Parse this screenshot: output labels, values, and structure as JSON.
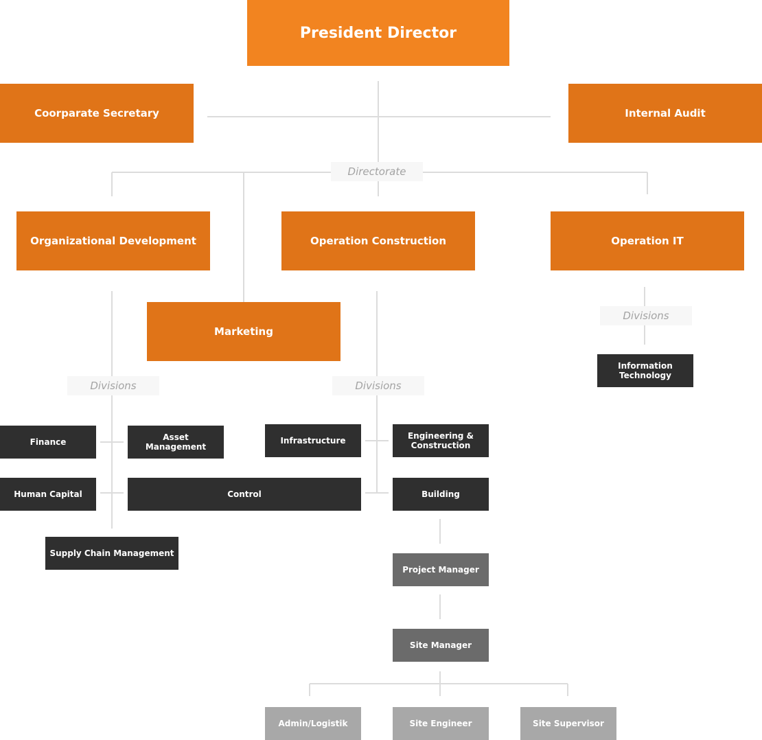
{
  "top": {
    "president": "President Director",
    "secretary": "Coorparate Secretary",
    "audit": "Internal Audit"
  },
  "labels": {
    "directorate": "Directorate",
    "divisions_org": "Divisions",
    "divisions_construction": "Divisions",
    "divisions_it": "Divisions"
  },
  "directorate": {
    "org_dev": "Organizational Development",
    "op_construction": "Operation Construction",
    "op_it": "Operation IT",
    "marketing": "Marketing"
  },
  "divisions": {
    "finance": "Finance",
    "asset_management": "Asset Management",
    "human_capital": "Human Capital",
    "control": "Control",
    "supply_chain": "Supply Chain Management",
    "infrastructure": "Infrastructure",
    "engineering": "Engineering & Construction",
    "building": "Building",
    "information_technology": "Information Technology"
  },
  "roles": {
    "project_manager": "Project Manager",
    "site_manager": "Site Manager",
    "admin_logistik": "Admin/Logistik",
    "site_engineer": "Site Engineer",
    "site_supervisor": "Site Supervisor"
  },
  "colors": {
    "orange_top": "#f28420",
    "orange": "#e07418",
    "dark": "#2f2f2f",
    "mid": "#6b6b6b",
    "light": "#a8a8a8",
    "connector": "#dcdcdc"
  }
}
